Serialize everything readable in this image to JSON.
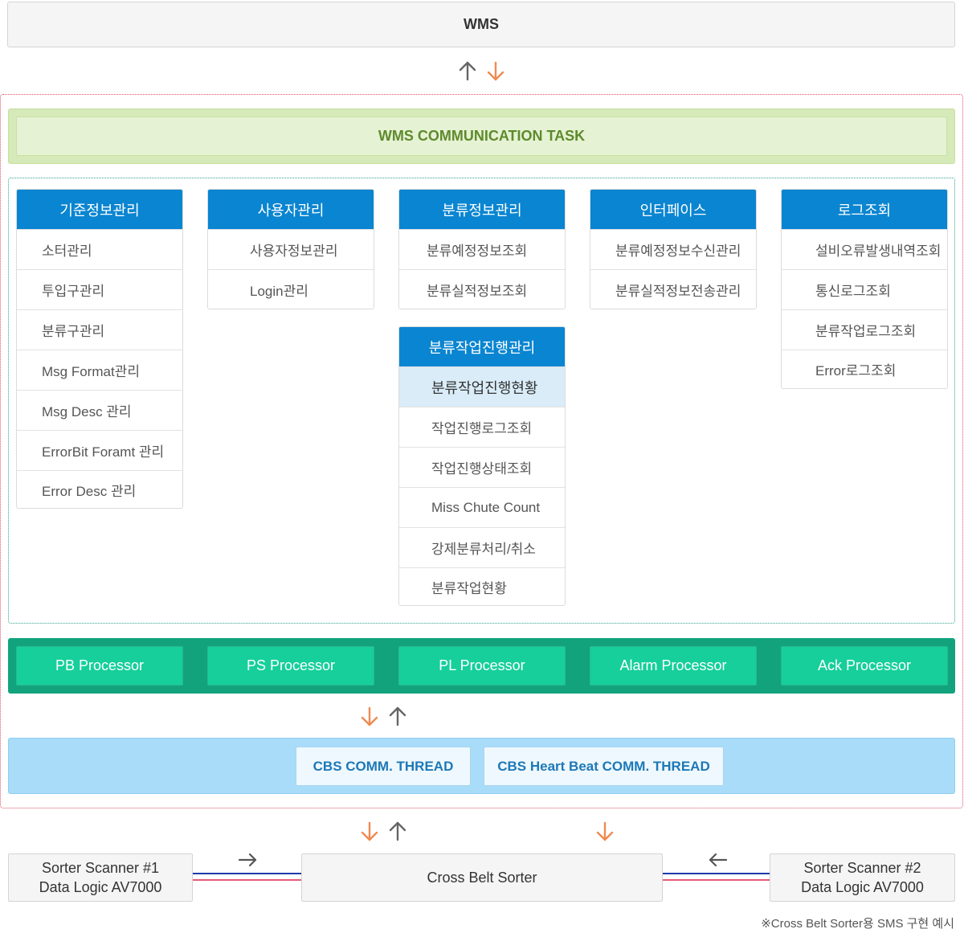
{
  "wms": {
    "label": "WMS"
  },
  "comm_task": {
    "label": "WMS COMMUNICATION TASK"
  },
  "columns": [
    {
      "title": "기준정보관리",
      "items": [
        "소터관리",
        "투입구관리",
        "분류구관리",
        "Msg Format관리",
        "Msg Desc 관리",
        "ErrorBit Foramt 관리",
        "Error Desc 관리"
      ]
    },
    {
      "title": "사용자관리",
      "items": [
        "사용자정보관리",
        "Login관리"
      ]
    },
    {
      "title": "분류정보관리",
      "items": [
        "분류예정정보조회",
        "분류실적정보조회"
      ]
    },
    {
      "title": "인터페이스",
      "items": [
        "분류예정정보수신관리",
        "분류실적정보전송관리"
      ]
    },
    {
      "title": "로그조회",
      "items": [
        "설비오류발생내역조회",
        "통신로그조회",
        "분류작업로그조회",
        "Error로그조회"
      ]
    }
  ],
  "progress_panel": {
    "title": "분류작업진행관리",
    "highlight": "분류작업진행현황",
    "items": [
      "작업진행로그조회",
      "작업진행상태조회",
      "Miss Chute Count",
      "강제분류처리/취소",
      "분류작업현황"
    ]
  },
  "processors": [
    "PB Processor",
    "PS Processor",
    "PL Processor",
    "Alarm Processor",
    "Ack Processor"
  ],
  "threads": [
    "CBS COMM. THREAD",
    "CBS Heart Beat COMM. THREAD"
  ],
  "devices": {
    "scanner1": {
      "line1": "Sorter Scanner #1",
      "line2": "Data Logic AV7000"
    },
    "sorter": {
      "label": "Cross Belt Sorter"
    },
    "scanner2": {
      "line1": "Sorter Scanner #2",
      "line2": "Data Logic AV7000"
    }
  },
  "footnote": "※Cross Belt Sorter용 SMS 구현 예시",
  "colors": {
    "header_blue": "#0a85d1",
    "task_green": "#5e8a2c",
    "processor_bar": "#12a37d",
    "processor_btn": "#16cf9b",
    "cbs_area": "#a9dcf9",
    "arrow_orange": "#f08a50",
    "arrow_gray": "#666666"
  }
}
